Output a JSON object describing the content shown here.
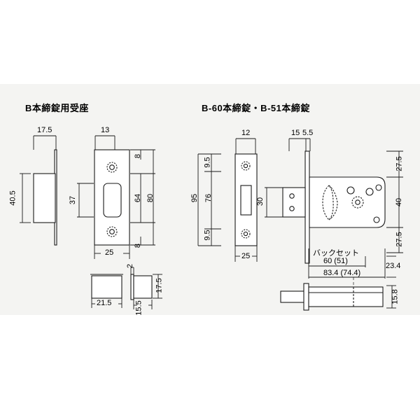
{
  "page": {
    "background": "#ffffff",
    "panel_background": "#f4f4f2",
    "line_color": "#1a1a1a"
  },
  "titles": {
    "left": "B本締錠用受座",
    "right": "B-60本締錠・B-51本締錠"
  },
  "left_figure": {
    "name": "B strike plate (受座)",
    "dimensions": {
      "d_17_5": "17.5",
      "d_40_5": "40.5",
      "d_13": "13",
      "d_37": "37",
      "d_25": "25",
      "d_80": "80",
      "d_64": "64",
      "d_8_top": "8",
      "d_8_bottom": "8",
      "d_21_5": "21.5",
      "d_15_5": "15.5",
      "d_2": "2",
      "d_17_5_small": "17.5"
    }
  },
  "right_figure": {
    "name": "B-60 / B-51 mortise deadlock",
    "dimensions": {
      "d_12": "12",
      "d_95": "95",
      "d_76": "76",
      "d_9_5_top": "9.5",
      "d_9_5_bottom": "9.5",
      "d_25": "25",
      "d_30": "30",
      "d_15": "15",
      "d_5_5": "5.5",
      "d_27_5_top": "27.5",
      "d_40": "40",
      "d_27_5_bottom": "27.5",
      "d_23_4": "23.4",
      "d_15_8": "15.8",
      "backset_label": "バックセット",
      "backset_value": "60 (51)",
      "overall_length": "83.4 (74.4)"
    }
  }
}
